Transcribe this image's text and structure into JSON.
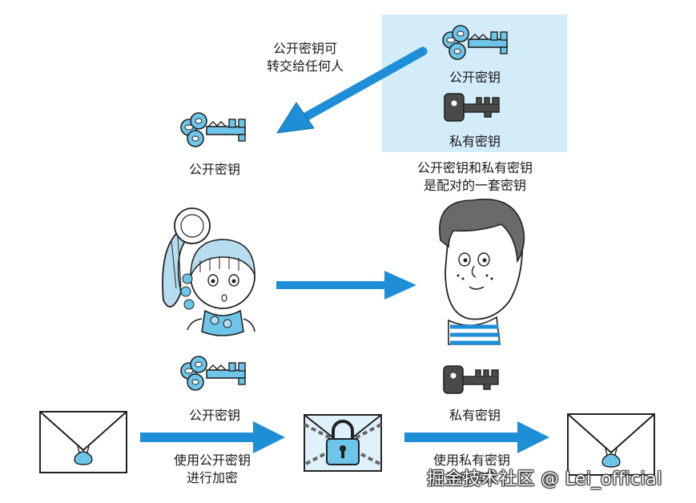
{
  "labels": {
    "top_public_key": "公开密钥",
    "top_private_key": "私有密钥",
    "pair_note": "公开密钥和私有密钥\n是配对的一套密钥",
    "can_give_public": "公开密钥可\n转交给任何人",
    "left_public_key": "公开密钥",
    "bottom_public_key": "公开密钥",
    "bottom_private_key": "私有密钥",
    "encrypt_step": "使用公开密钥\n进行加密",
    "decrypt_step": "使用私有密钥\n进行解密"
  },
  "watermark": "掘金技术社区 @ Lei_official",
  "colors": {
    "panel": "#d3ecf9",
    "arrow": "#1e8fd6",
    "key_public": "#6ec5ea",
    "key_private": "#4a4a4a",
    "outline": "#222222"
  }
}
